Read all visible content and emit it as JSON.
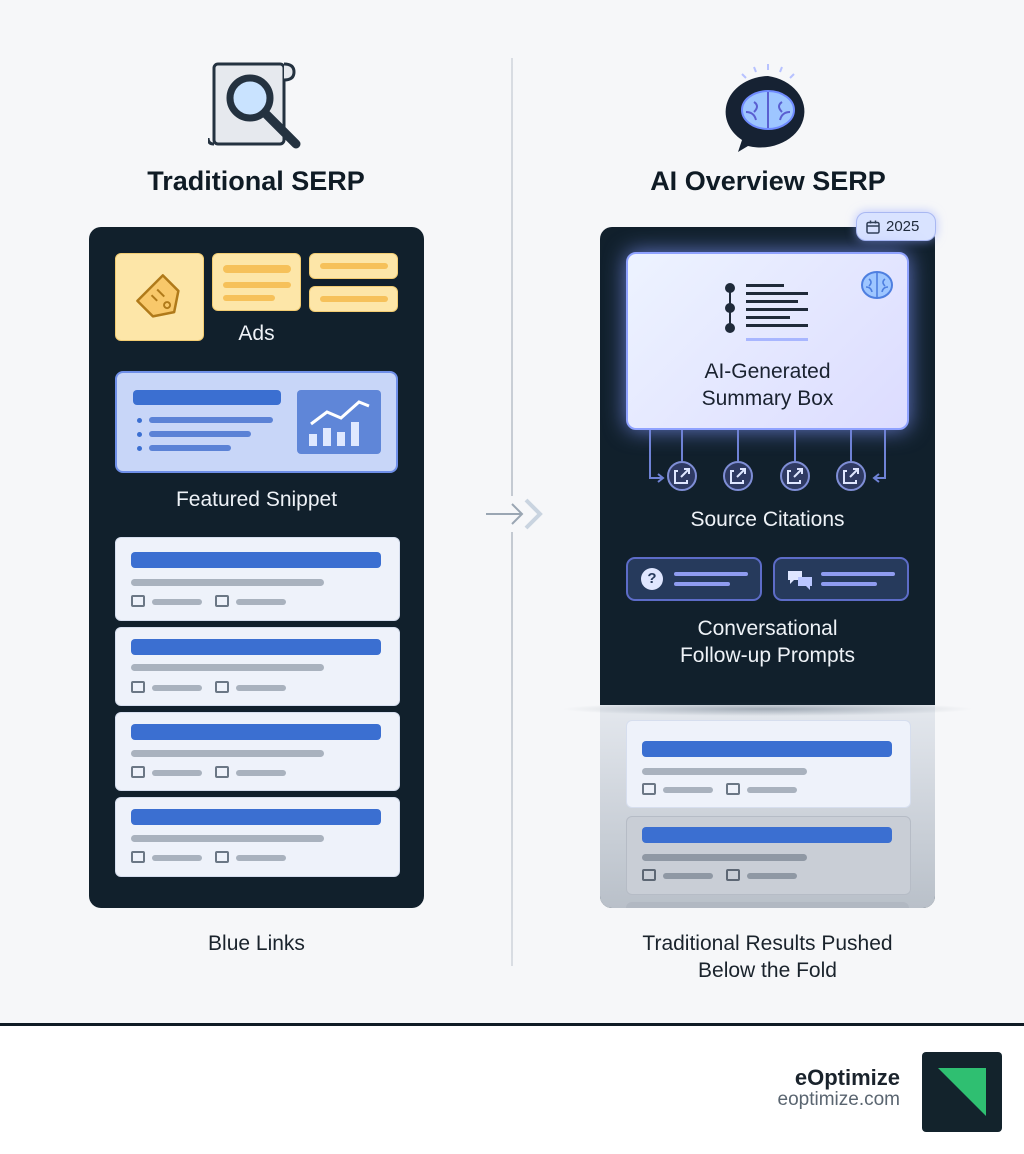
{
  "left": {
    "title": "Traditional SERP",
    "ads_label": "Ads",
    "snippet_label": "Featured Snippet",
    "caption": "Blue Links",
    "icon": "document-search-icon"
  },
  "right": {
    "title": "AI Overview SERP",
    "badge": "2025",
    "summary_label_line1": "AI-Generated",
    "summary_label_line2": "Summary Box",
    "citations_label": "Source Citations",
    "prompts_label_line1": "Conversational",
    "prompts_label_line2": "Follow-up Prompts",
    "caption_line1": "Traditional Results Pushed",
    "caption_line2": "Below the Fold",
    "icon": "brain-chat-icon"
  },
  "footer": {
    "brand": "eOptimize",
    "url": "eoptimize.com"
  },
  "colors": {
    "panel": "#11202c",
    "ad_yellow": "#fde6a8",
    "link_blue": "#3b6fd1",
    "snippet": "#c8d6f8",
    "ai_glow": "#8fa2ff",
    "logo_green": "#2fbf71"
  }
}
